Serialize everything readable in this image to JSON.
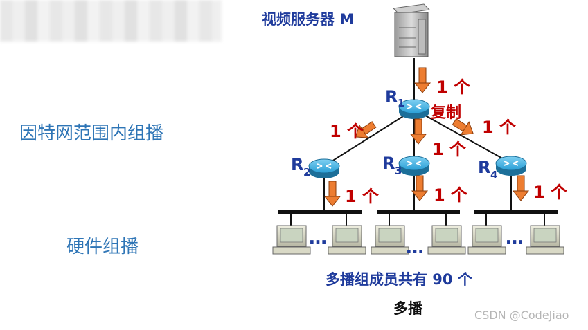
{
  "labels": {
    "internet_multicast": "因特网范围内组播",
    "hardware_multicast": "硬件组播",
    "server": "视频服务器 M",
    "members": "多播组成员共有 90 个",
    "caption": "多播",
    "watermark": "CSDN @CodeJiao",
    "copy": "复制",
    "one_copy": "1 个",
    "dots": "…"
  },
  "routers": [
    {
      "letter": "R",
      "sub": "1"
    },
    {
      "letter": "R",
      "sub": "2"
    },
    {
      "letter": "R",
      "sub": "3"
    },
    {
      "letter": "R",
      "sub": "4"
    }
  ],
  "colors": {
    "side_label": "#2e75b6",
    "title_blue": "#1f3b9c",
    "count_red": "#c00000",
    "arrow_orange": "#ed7d31",
    "router_blue": "#2a9fd6"
  }
}
